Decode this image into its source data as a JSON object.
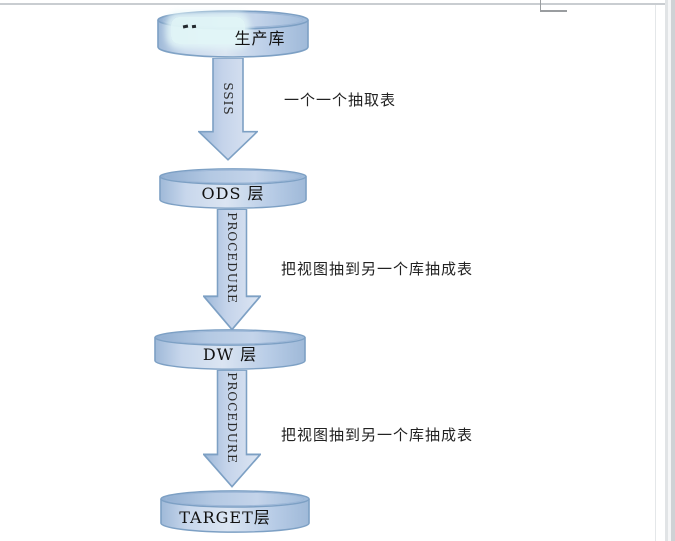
{
  "document": {
    "nodes": [
      {
        "label": "生产库"
      },
      {
        "label": "ODS 层"
      },
      {
        "label": "DW 层"
      },
      {
        "label": "TARGET层"
      }
    ],
    "flows": [
      {
        "arrow_label": "SSIS",
        "annotation": "一个一个抽取表"
      },
      {
        "arrow_label": "PROCEDURE",
        "annotation": "把视图抽到另一个库抽成表"
      },
      {
        "arrow_label": "PROCEDURE",
        "annotation": "把视图抽到另一个库抽成表"
      }
    ],
    "colors": {
      "shape_fill": "#b9cde7",
      "shape_fill_light": "#dbe5f2",
      "shape_border": "#7da0c4",
      "text": "#1f1f1f"
    }
  }
}
